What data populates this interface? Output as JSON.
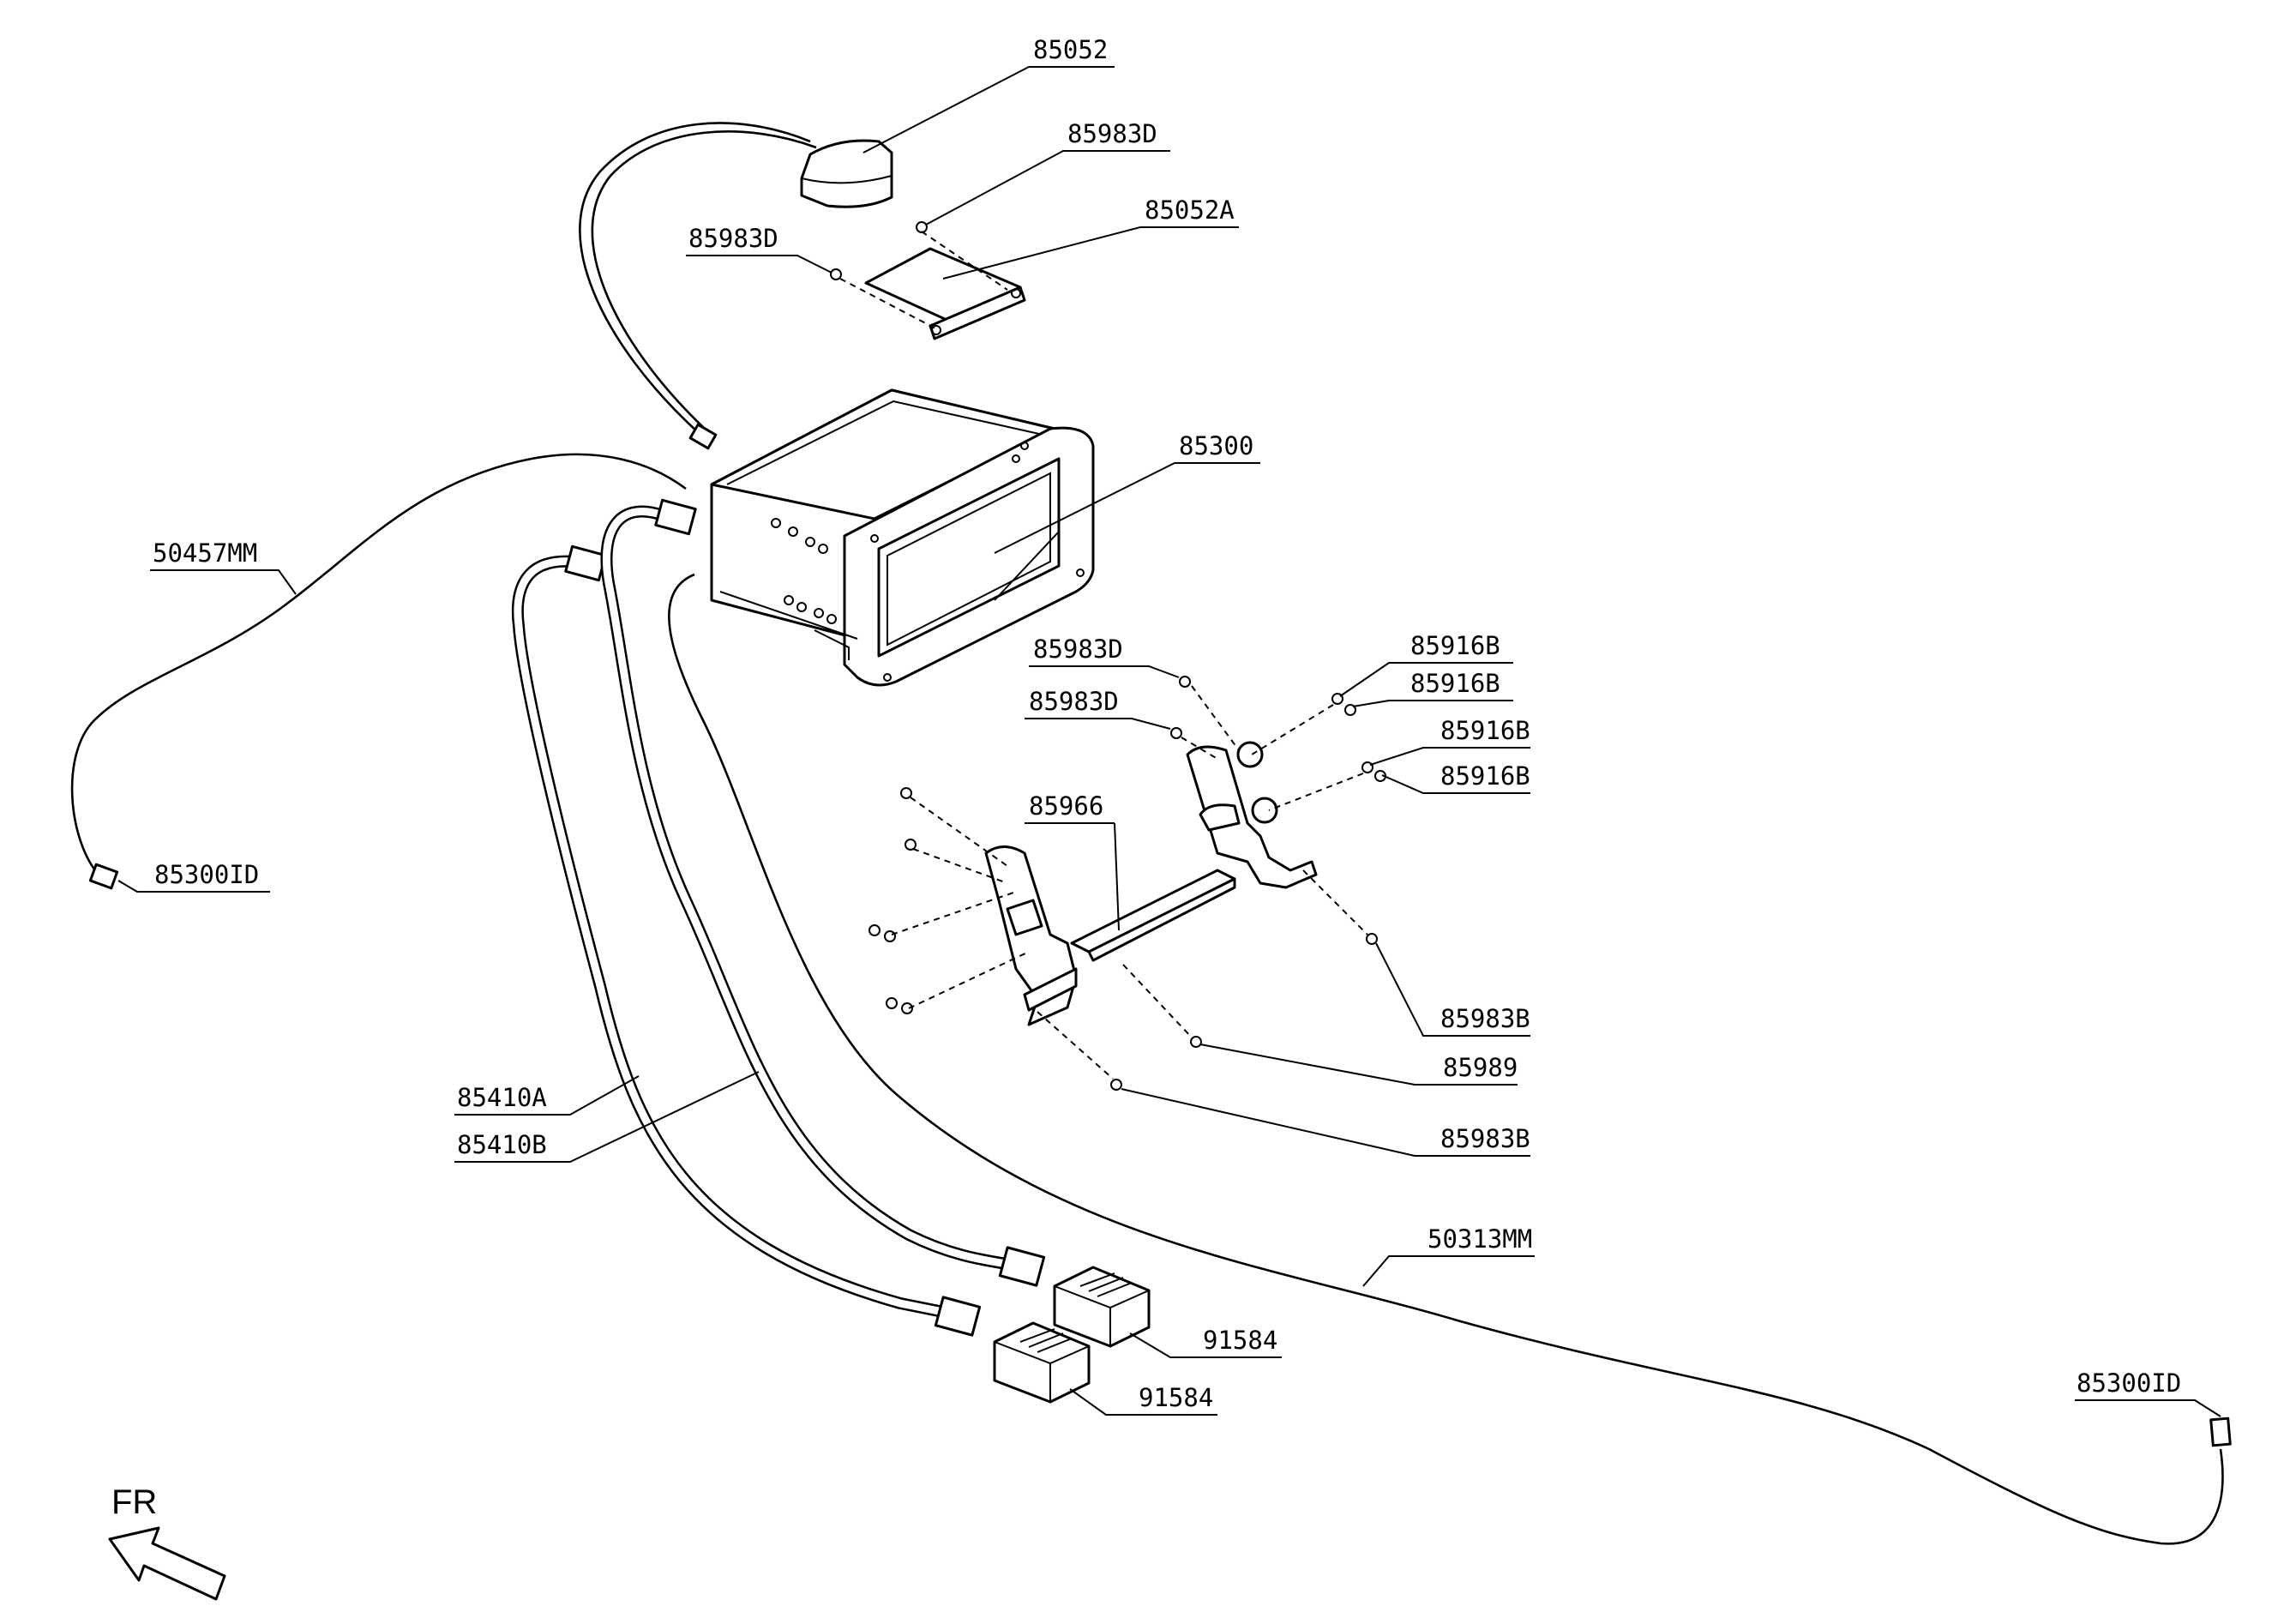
{
  "diagram": {
    "callouts": [
      {
        "id": "c-85052",
        "text": "85052"
      },
      {
        "id": "c-85983d-1",
        "text": "85983D"
      },
      {
        "id": "c-85052a",
        "text": "85052A"
      },
      {
        "id": "c-85983d-2",
        "text": "85983D"
      },
      {
        "id": "c-85300",
        "text": "85300"
      },
      {
        "id": "c-50457mm",
        "text": "50457MM"
      },
      {
        "id": "c-85983d-3",
        "text": "85983D"
      },
      {
        "id": "c-85983d-4",
        "text": "85983D"
      },
      {
        "id": "c-85916b-1",
        "text": "85916B"
      },
      {
        "id": "c-85916b-2",
        "text": "85916B"
      },
      {
        "id": "c-85916b-3",
        "text": "85916B"
      },
      {
        "id": "c-85916b-4",
        "text": "85916B"
      },
      {
        "id": "c-85966",
        "text": "85966"
      },
      {
        "id": "c-85300id-1",
        "text": "85300ID"
      },
      {
        "id": "c-85983b-1",
        "text": "85983B"
      },
      {
        "id": "c-85989",
        "text": "85989"
      },
      {
        "id": "c-85983b-2",
        "text": "85983B"
      },
      {
        "id": "c-85410a",
        "text": "85410A"
      },
      {
        "id": "c-85410b",
        "text": "85410B"
      },
      {
        "id": "c-50313mm",
        "text": "50313MM"
      },
      {
        "id": "c-91584-1",
        "text": "91584"
      },
      {
        "id": "c-91584-2",
        "text": "91584"
      },
      {
        "id": "c-85300id-2",
        "text": "85300ID"
      }
    ],
    "direction_label": "FR"
  }
}
